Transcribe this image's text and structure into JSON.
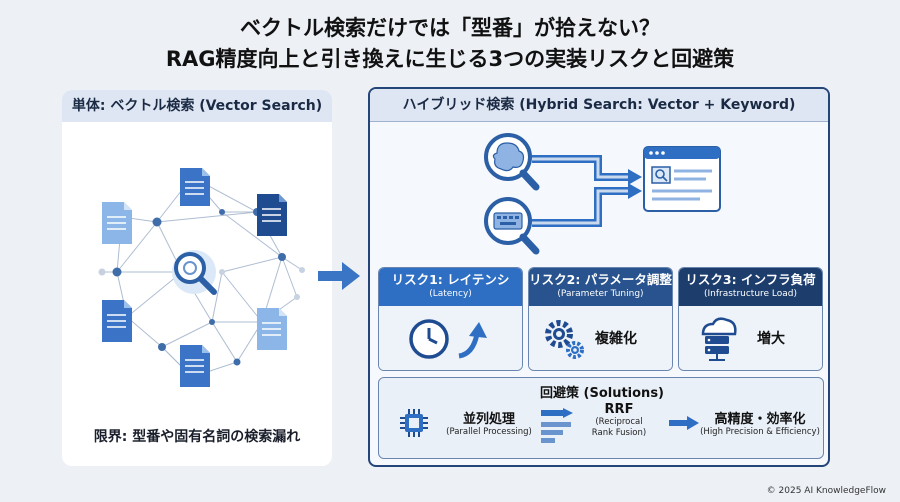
{
  "title": {
    "line1": "ベクトル検索だけでは「型番」が拾えない？",
    "line2": "RAG精度向上と引き換えに生じる3つの実装リスクと回避策"
  },
  "left": {
    "header": "単体: ベクトル検索 (Vector Search)",
    "limitation": "限界: 型番や固有名詞の検索漏れ"
  },
  "right": {
    "header": "ハイブリッド検索 (Hybrid Search: Vector + Keyword)",
    "risks": [
      {
        "title": "リスク1: レイテンシ",
        "subtitle": "(Latency)",
        "body": ""
      },
      {
        "title": "リスク2: パラメータ調整",
        "subtitle": "(Parameter Tuning)",
        "body": "複雑化"
      },
      {
        "title": "リスク3: インフラ負荷",
        "subtitle": "(Infrastructure Load)",
        "body": "増大"
      }
    ],
    "solutions": {
      "title": "回避策 (Solutions)",
      "items": [
        {
          "main": "並列処理",
          "sub": "(Parallel Processing)"
        },
        {
          "main": "RRF",
          "sub": "(Reciprocal",
          "sub2": "Rank Fusion)"
        },
        {
          "main": "高精度・効率化",
          "sub": "(High Precision & Efficiency)"
        }
      ]
    }
  },
  "footer": {
    "copyright": "© 2025 AI KnowledgeFlow"
  },
  "colors": {
    "accent": "#2e6fc4",
    "navy": "#1d3d6d",
    "panel_border": "#23457a"
  }
}
